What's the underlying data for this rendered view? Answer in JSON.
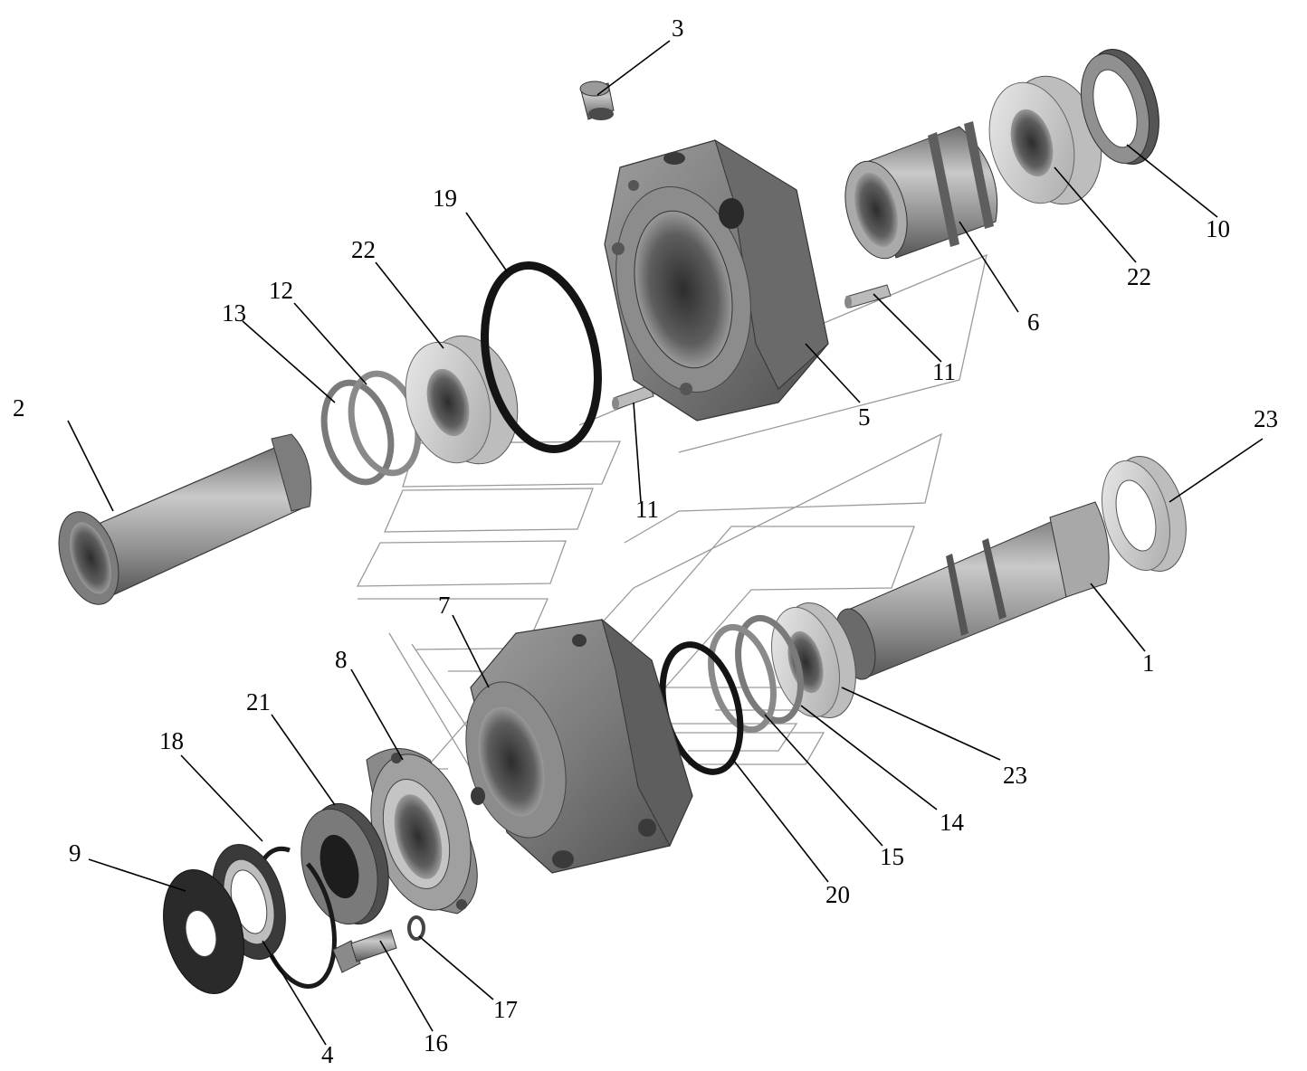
{
  "callouts": {
    "c1": "1",
    "c2": "2",
    "c3": "3",
    "c4": "4",
    "c5": "5",
    "c6": "6",
    "c7": "7",
    "c8": "8",
    "c9": "9",
    "c10": "10",
    "c11a": "11",
    "c11b": "11",
    "c12": "12",
    "c13": "13",
    "c14": "14",
    "c15": "15",
    "c16": "16",
    "c17": "17",
    "c18": "18",
    "c19": "19",
    "c20": "20",
    "c21": "21",
    "c22a": "22",
    "c22b": "22",
    "c23a": "23",
    "c23b": "23"
  },
  "colors": {
    "metal_dark": "#4a4a4a",
    "metal_mid": "#8a8a8a",
    "metal_light": "#d2d2d2",
    "rubber": "#111111",
    "gasket": "#9b9b9b",
    "guide_line": "#9a9a9a"
  }
}
